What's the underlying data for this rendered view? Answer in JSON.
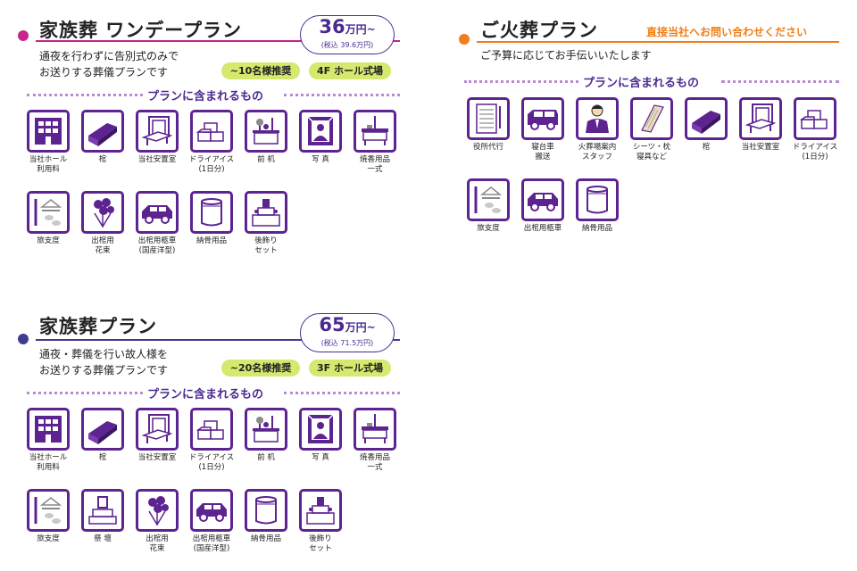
{
  "colors": {
    "purple": "#5d2391",
    "magenta": "#c8248a",
    "orange": "#ef7f1a",
    "navy": "#3f3b8f",
    "tag": "#d6e86e"
  },
  "plans": [
    {
      "title": "家族葬 ワンデープラン",
      "description": "通夜を行わずに告別式のみで\nお送りする葬儀プランです",
      "price": "36",
      "price_unit": "万円~",
      "price_tax": "(税込 39.6万円)",
      "tags": [
        "~10名様推奨",
        "4F ホール式場"
      ],
      "included_heading": "プランに含まれるもの",
      "items": [
        {
          "icon": "building-icon",
          "label": "当社ホール\n利用料"
        },
        {
          "icon": "coffin-icon",
          "label": "棺"
        },
        {
          "icon": "mortuary-icon",
          "label": "当社安置室"
        },
        {
          "icon": "dry-ice-icon",
          "label": "ドライアイス\n(1日分)"
        },
        {
          "icon": "altar-desk-icon",
          "label": "前 机"
        },
        {
          "icon": "photo-icon",
          "label": "写 真"
        },
        {
          "icon": "incense-icon",
          "label": "焼香用品\n一式"
        },
        {
          "icon": "travel-kit-icon",
          "label": "旅支度"
        },
        {
          "icon": "bouquet-icon",
          "label": "出棺用\n花束"
        },
        {
          "icon": "hearse-icon",
          "label": "出棺用柩車\n(国産洋型)"
        },
        {
          "icon": "urn-icon",
          "label": "納骨用品"
        },
        {
          "icon": "memorial-altar-icon",
          "label": "後飾り\nセット"
        }
      ]
    },
    {
      "title": "ご火葬プラン",
      "note": "直接当社へお問い合わせください",
      "description": "ご予算に応じてお手伝いいたします",
      "included_heading": "プランに含まれるもの",
      "items": [
        {
          "icon": "document-icon",
          "label": "役所代行"
        },
        {
          "icon": "van-icon",
          "label": "寝台車\n搬送"
        },
        {
          "icon": "staff-icon",
          "label": "火葬場案内\nスタッフ"
        },
        {
          "icon": "sheet-icon",
          "label": "シーツ・枕\n寝具など"
        },
        {
          "icon": "coffin-icon",
          "label": "棺"
        },
        {
          "icon": "mortuary-icon",
          "label": "当社安置室"
        },
        {
          "icon": "dry-ice-icon",
          "label": "ドライアイス\n(1日分)"
        },
        {
          "icon": "travel-kit-icon",
          "label": "旅支度"
        },
        {
          "icon": "hearse-icon",
          "label": "出棺用柩車"
        },
        {
          "icon": "urn-icon",
          "label": "納骨用品"
        }
      ]
    },
    {
      "title": "家族葬プラン",
      "description": "通夜・葬儀を行い故人様を\nお送りする葬儀プランです",
      "price": "65",
      "price_unit": "万円~",
      "price_tax": "(税込 71.5万円)",
      "tags": [
        "~20名様推奨",
        "3F ホール式場"
      ],
      "included_heading": "プランに含まれるもの",
      "items": [
        {
          "icon": "building-icon",
          "label": "当社ホール\n利用料"
        },
        {
          "icon": "coffin-icon",
          "label": "棺"
        },
        {
          "icon": "mortuary-icon",
          "label": "当社安置室"
        },
        {
          "icon": "dry-ice-icon",
          "label": "ドライアイス\n(1日分)"
        },
        {
          "icon": "altar-desk-icon",
          "label": "前 机"
        },
        {
          "icon": "photo-icon",
          "label": "写 真"
        },
        {
          "icon": "incense-icon",
          "label": "焼香用品\n一式"
        },
        {
          "icon": "travel-kit-icon",
          "label": "旅支度"
        },
        {
          "icon": "altar-icon",
          "label": "祭 壇"
        },
        {
          "icon": "bouquet-icon",
          "label": "出棺用\n花束"
        },
        {
          "icon": "hearse-icon",
          "label": "出棺用柩車\n(国産洋型)"
        },
        {
          "icon": "urn-icon",
          "label": "納骨用品"
        },
        {
          "icon": "memorial-altar-icon",
          "label": "後飾り\nセット"
        }
      ]
    }
  ]
}
